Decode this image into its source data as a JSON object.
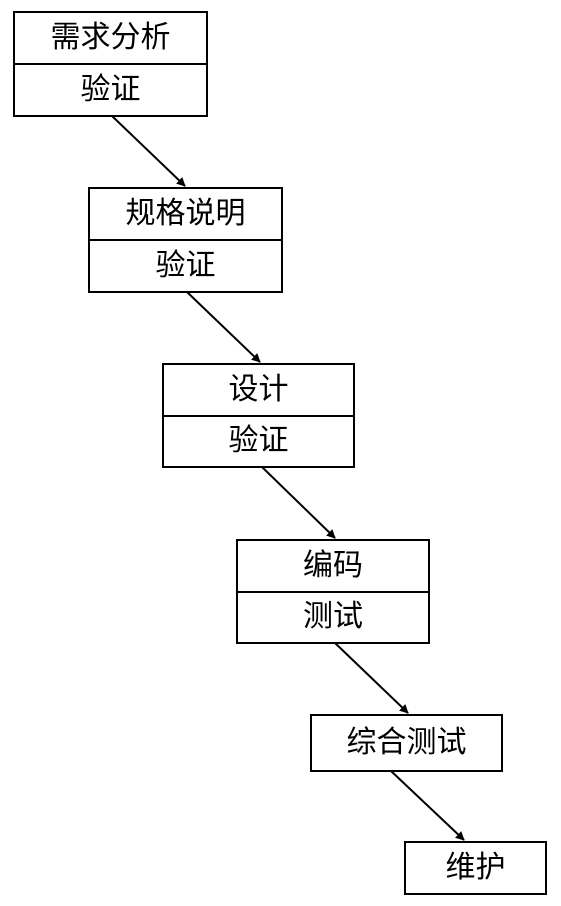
{
  "stages": [
    {
      "title": "需求分析",
      "sub": "验证"
    },
    {
      "title": "规格说明",
      "sub": "验证"
    },
    {
      "title": "设计",
      "sub": "验证"
    },
    {
      "title": "编码",
      "sub": "测试"
    },
    {
      "title": "综合测试"
    },
    {
      "title": "维护"
    }
  ],
  "colors": {
    "stroke": "#000000",
    "fill": "#ffffff"
  }
}
